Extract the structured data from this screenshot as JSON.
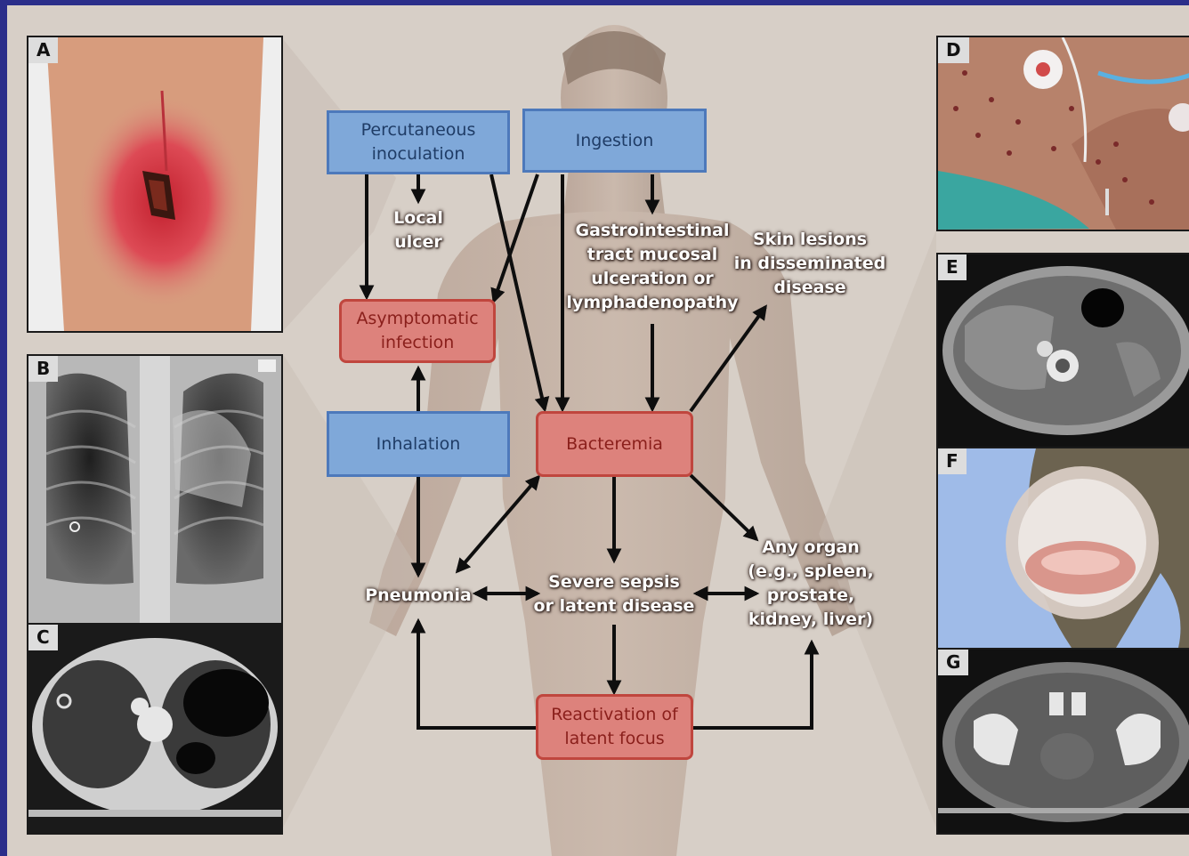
{
  "panels": {
    "a": "A",
    "b": "B",
    "c": "C",
    "d": "D",
    "e": "E",
    "f": "F",
    "g": "G"
  },
  "routes": {
    "percutaneous": "Percutaneous\ninoculation",
    "ingestion": "Ingestion",
    "inhalation": "Inhalation"
  },
  "states": {
    "asymptomatic": "Asymptomatic\ninfection",
    "bacteremia": "Bacteremia",
    "reactivation": "Reactivation of\nlatent focus"
  },
  "outcomes": {
    "local_ulcer": "Local\nulcer",
    "gi_tract": "Gastrointestinal\ntract mucosal\nulceration or\nlymphadenopathy",
    "skin_lesions": "Skin lesions\nin disseminated\ndisease",
    "pneumonia": "Pneumonia",
    "sepsis": "Severe sepsis\nor latent disease",
    "any_organ": "Any organ\n(e.g., spleen,\nprostate,\nkidney, liver)"
  },
  "colors": {
    "route_fill": "#7fa8d9",
    "route_border": "#4d79bb",
    "state_fill": "#dd827c",
    "state_border": "#c0463e",
    "frame": "#2b2e8a",
    "background": "#d7cfc7"
  }
}
